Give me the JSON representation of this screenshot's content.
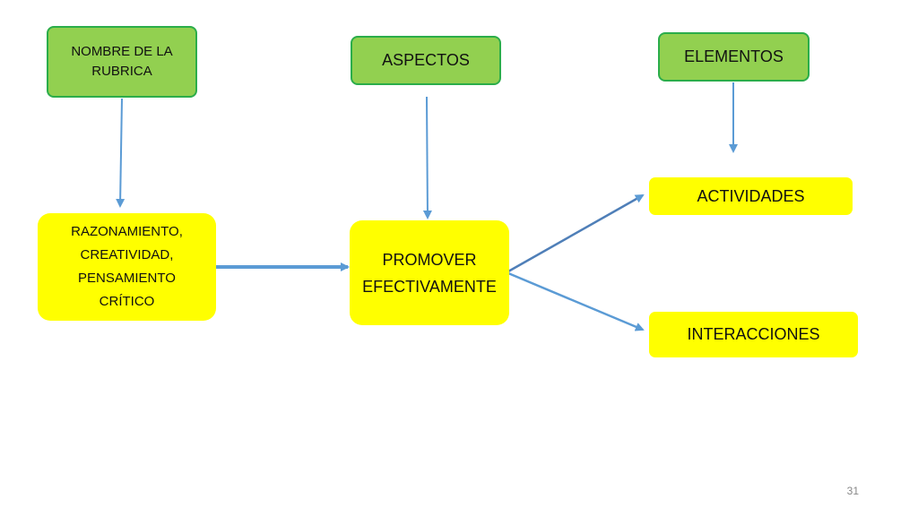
{
  "boxes": {
    "nombre": "NOMBRE DE LA\nRUBRICA",
    "aspectos": "ASPECTOS",
    "elementos": "ELEMENTOS",
    "razonamiento": "RAZONAMIENTO,\nCREATIVIDAD,\nPENSAMIENTO\nCRÍTICO",
    "promover": "PROMOVER\nEFECTIVAMENTE",
    "actividades": "ACTIVIDADES",
    "interacciones": "INTERACCIONES"
  },
  "colors": {
    "header_fill": "#92d050",
    "header_border": "#2bad4a",
    "content_fill": "#ffff00",
    "arrow": "#5b9bd5"
  },
  "page_number": "31"
}
